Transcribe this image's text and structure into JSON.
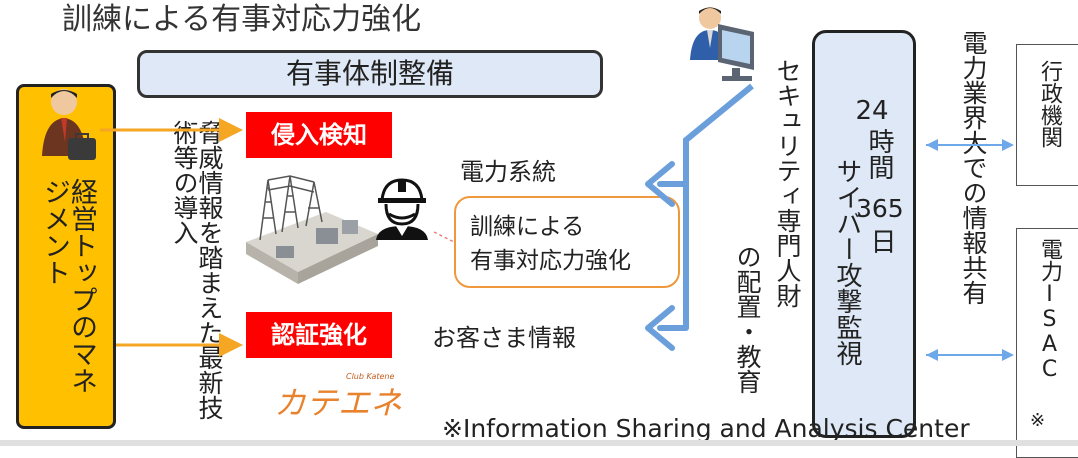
{
  "title": "訓練による有事対応力強化",
  "preparedness": "有事体制整備",
  "management": "経営トップのマネジメント",
  "threat_text": "脅威情報を踏まえた最新技術等の導入",
  "badges": {
    "intrusion": "侵入検知",
    "auth": "認証強化"
  },
  "targets": {
    "grid": "電力系統",
    "customer": "お客さま情報"
  },
  "training_box": {
    "line1": "訓練による",
    "line2": "有事対応力強化"
  },
  "logo": {
    "name": "カテエネ",
    "sub": "Club Katene"
  },
  "staff": {
    "col1": "セキュリティ専門人財",
    "col2": "の配置・教育"
  },
  "monitoring": {
    "hours": "24",
    "hours_unit": "時間",
    "days": "365",
    "days_unit": "日",
    "cyber": "サイバー攻撃監視"
  },
  "sharing": "電力業界大での情報共有",
  "gov": "行政機関",
  "isac": {
    "label": "電力ISAC",
    "mark": "※"
  },
  "footnote": "※Information Sharing and Analysis Center",
  "colors": {
    "accent_blue": "#6a9fdb",
    "orange": "#f5a623",
    "red": "#ff0000",
    "mgmt": "#ffc000",
    "box_fill": "#dfe8f6"
  },
  "icons": [
    "businessman-icon",
    "operator-computer-icon",
    "substation-image",
    "worker-helmet-icon"
  ]
}
